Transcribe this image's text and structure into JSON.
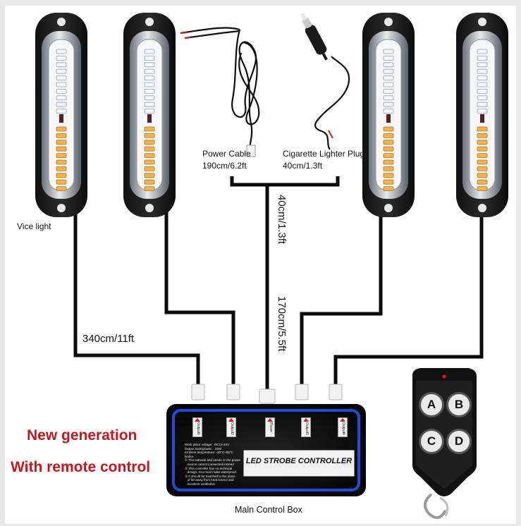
{
  "labels": {
    "vice_light": "Vice light",
    "power_cable_name": "Power Cable",
    "power_cable_length": "190cm/6.2ft",
    "plug_name": "Cigarette Lighter Plug",
    "plug_length": "40cm/1.3ft",
    "length_40": "40cm/1.3ft",
    "length_170": "170cm/5.5ft",
    "length_340": "340cm/11ft",
    "main_box": "Maln Control Box"
  },
  "promo": {
    "line1": "New generation",
    "line2": "With remote control"
  },
  "controller": {
    "title": "LED STROBE CONTROLLER",
    "ports": [
      "Output1",
      "Output2",
      "Power",
      "Output3",
      "Output4"
    ],
    "spec_lines": [
      "Work place voltage:  DC12-24V",
      "Output taxespower:   16W",
      "Ambient temperature: -30°C~85°C",
      "Notice",
      "① The cathode and anode or the power",
      "   source cannot connected instead",
      "② This controller has no technical",
      "   design, You must make waterproof.",
      "③ It should be matched to the place",
      "   of far away from heat source and",
      "   excellent ventilation"
    ]
  },
  "remote": {
    "buttons": [
      "A",
      "B",
      "C",
      "D"
    ]
  },
  "colors": {
    "promo_red": "#c8161d",
    "box_border_blue": "#1c4fd8",
    "amber_led": "#f3b24a",
    "white_led": "#f4f7ff"
  }
}
